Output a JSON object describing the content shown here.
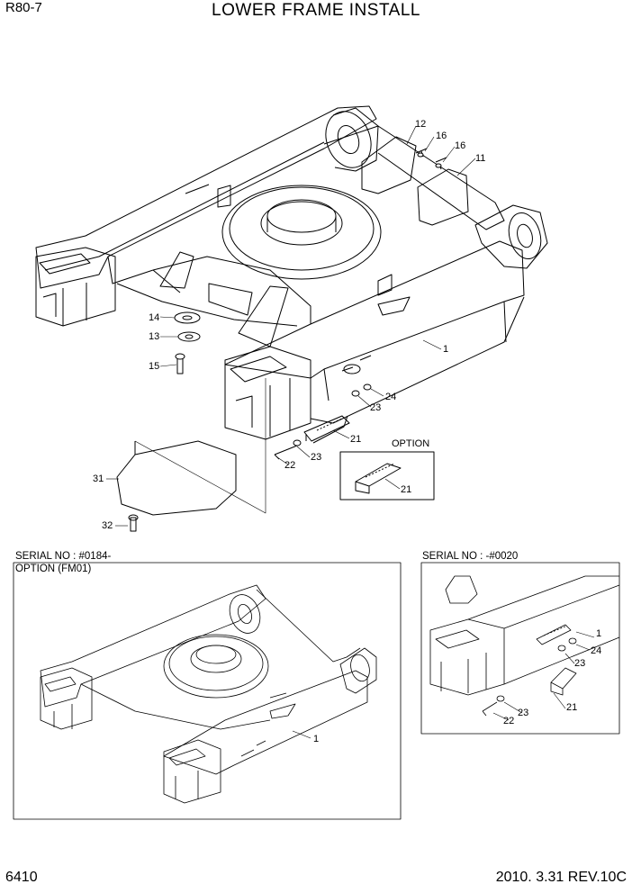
{
  "header": {
    "model": "R80-7",
    "title": "LOWER FRAME INSTALL"
  },
  "footer": {
    "page_number": "6410",
    "revision": "2010. 3.31  REV.10C"
  },
  "main_callouts": {
    "c12": "12",
    "c16a": "16",
    "c16b": "16",
    "c11": "11",
    "c14": "14",
    "c13": "13",
    "c15": "15",
    "c1": "1",
    "c24": "24",
    "c23a": "23",
    "c21a": "21",
    "c23b": "23",
    "c22": "22",
    "c31": "31",
    "c32": "32",
    "c21b": "21"
  },
  "option_box": {
    "label": "OPTION"
  },
  "left_inset": {
    "serial": "SERIAL NO : #0184-",
    "option": "OPTION (FM01)",
    "c1": "1"
  },
  "right_inset": {
    "serial": "SERIAL NO : -#0020",
    "c1": "1",
    "c24": "24",
    "c23a": "23",
    "c21": "21",
    "c23b": "23",
    "c22": "22"
  }
}
